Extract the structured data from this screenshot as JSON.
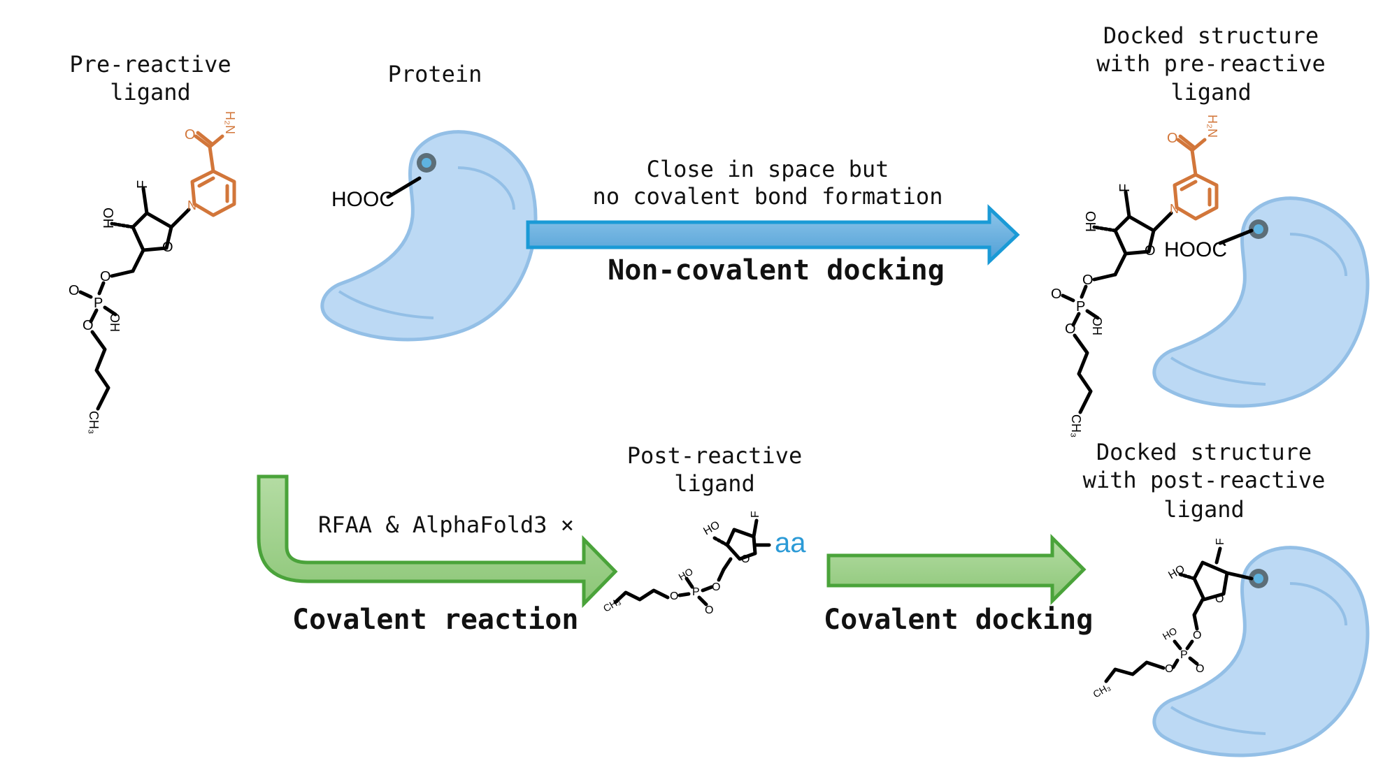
{
  "labels": {
    "pre_reactive_ligand": [
      "Pre-reactive",
      "ligand"
    ],
    "protein": "Protein",
    "docked_pre": [
      "Docked structure",
      "with pre-reactive",
      "ligand"
    ],
    "close_in_space": [
      "Close in space but",
      "no covalent bond formation"
    ],
    "non_covalent_docking": "Non-covalent docking",
    "post_reactive_ligand": [
      "Post-reactive",
      "ligand"
    ],
    "rfaa_alphafold": "RFAA & AlphaFold3 ×",
    "covalent_reaction": "Covalent reaction",
    "covalent_docking": "Covalent docking",
    "docked_post": [
      "Docked structure",
      "with post-reactive",
      "ligand"
    ]
  },
  "atoms": {
    "hooc": "HOOC",
    "aa": "aa",
    "f": "F",
    "ho": "HO",
    "oh": "OH",
    "o": "O",
    "p": "P",
    "n": "N",
    "nh2": "H₂N",
    "ch3": "CH₃"
  },
  "colors": {
    "protein_fill": "#bcd9f4",
    "protein_stroke": "#93bfe6",
    "active_site": "#5c6e78",
    "active_site_inner": "#5fb3e0",
    "blue_arrow_fill": "#6fb2de",
    "blue_arrow_stroke": "#1a9ad6",
    "green_arrow_fill": "#9fd08c",
    "green_arrow_stroke": "#4aa33a",
    "nicotinamide": "#d2763a",
    "aa_text": "#2b9ad6"
  }
}
